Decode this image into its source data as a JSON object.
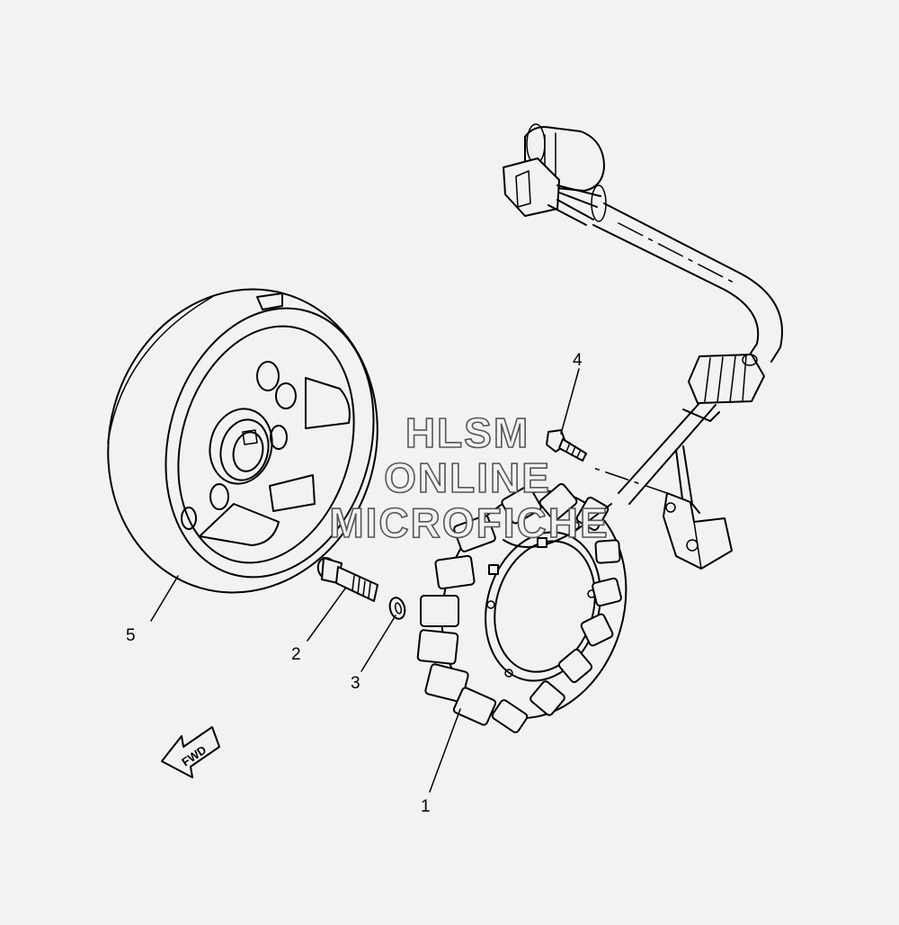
{
  "callouts": {
    "stator_coil": "1",
    "bolt": "2",
    "washer": "3",
    "screw": "4",
    "rotor": "5"
  },
  "watermark": {
    "line1": "HLSM",
    "line2": "ONLINE",
    "line3": "MICROFICHE",
    "color": "#555555"
  },
  "direction_arrow": {
    "label": "FWD"
  },
  "colors": {
    "background": "#f2f2f2",
    "lines": "#000000"
  }
}
